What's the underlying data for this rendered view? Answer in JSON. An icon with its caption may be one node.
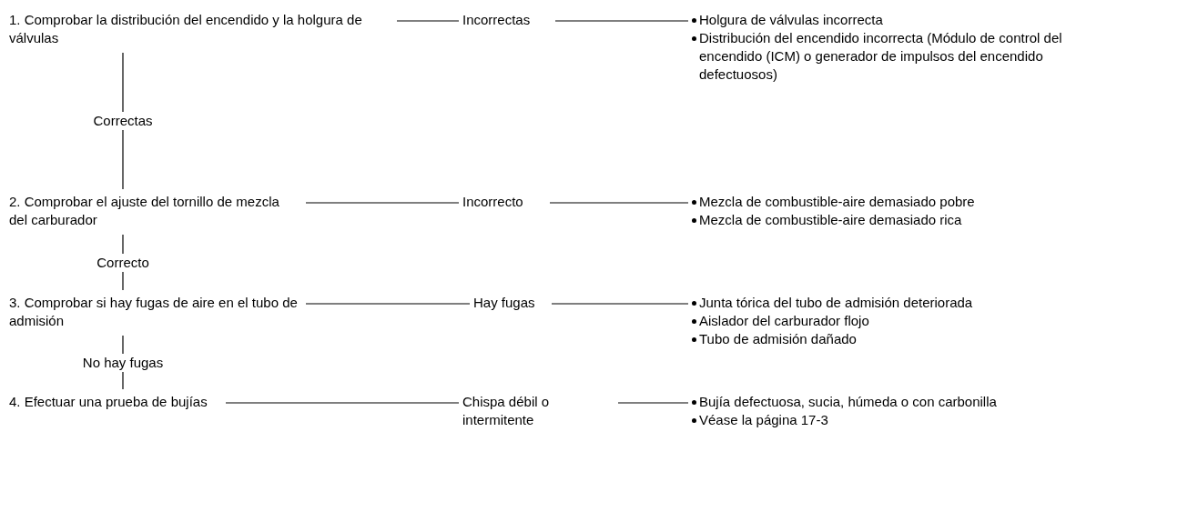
{
  "diagram": {
    "nodes": [
      {
        "text": [
          "1. Comprobar la distribución del encendido y la holgura de válvulas"
        ]
      },
      {
        "text": [
          "Incorrectas"
        ]
      },
      {
        "text": [
          "Holgura de válvulas incorrecta",
          "Distribución del encendido incorrecta (Módulo de control del encendido (ICM) o generador de impulsos del encendido defectuosos)"
        ]
      },
      {
        "text": [
          "2. Comprobar el ajuste del tornillo de mezcla del carburador"
        ]
      },
      {
        "text": [
          "Incorrecto"
        ]
      },
      {
        "text": [
          "Mezcla de combustible-aire demasiado pobre",
          "Mezcla de combustible-aire demasiado rica"
        ]
      },
      {
        "text": [
          "3. Comprobar si hay fugas de aire en el tubo de admisión"
        ]
      },
      {
        "text": [
          "Hay fugas"
        ]
      },
      {
        "text": [
          "Junta tórica del tubo de admisión deteriorada",
          "Aislador del carburador flojo",
          "Tubo de admisión dañado"
        ]
      },
      {
        "text": [
          "4. Efectuar una prueba de bujías"
        ]
      },
      {
        "text": [
          "Chispa débil o intermitente"
        ]
      },
      {
        "text": [
          "Bujía defectuosa, sucia, húmeda o con carbonilla",
          "Véase la página 17-3"
        ]
      }
    ],
    "edges": [
      {
        "from": 0,
        "to": 1,
        "arrow": "none"
      },
      {
        "from": 1,
        "to": 2,
        "arrow": "none"
      },
      {
        "from": 0,
        "to": 3,
        "arrow": "none",
        "label": "Correctas"
      },
      {
        "from": 3,
        "to": 4,
        "arrow": "none"
      },
      {
        "from": 4,
        "to": 5,
        "arrow": "none"
      },
      {
        "from": 3,
        "to": 6,
        "arrow": "none",
        "label": "Correcto"
      },
      {
        "from": 6,
        "to": 7,
        "arrow": "none"
      },
      {
        "from": 7,
        "to": 8,
        "arrow": "none"
      },
      {
        "from": 6,
        "to": 9,
        "arrow": "none",
        "label": "No hay fugas"
      },
      {
        "from": 9,
        "to": 10,
        "arrow": "none"
      },
      {
        "from": 10,
        "to": 11,
        "arrow": "none"
      }
    ]
  }
}
